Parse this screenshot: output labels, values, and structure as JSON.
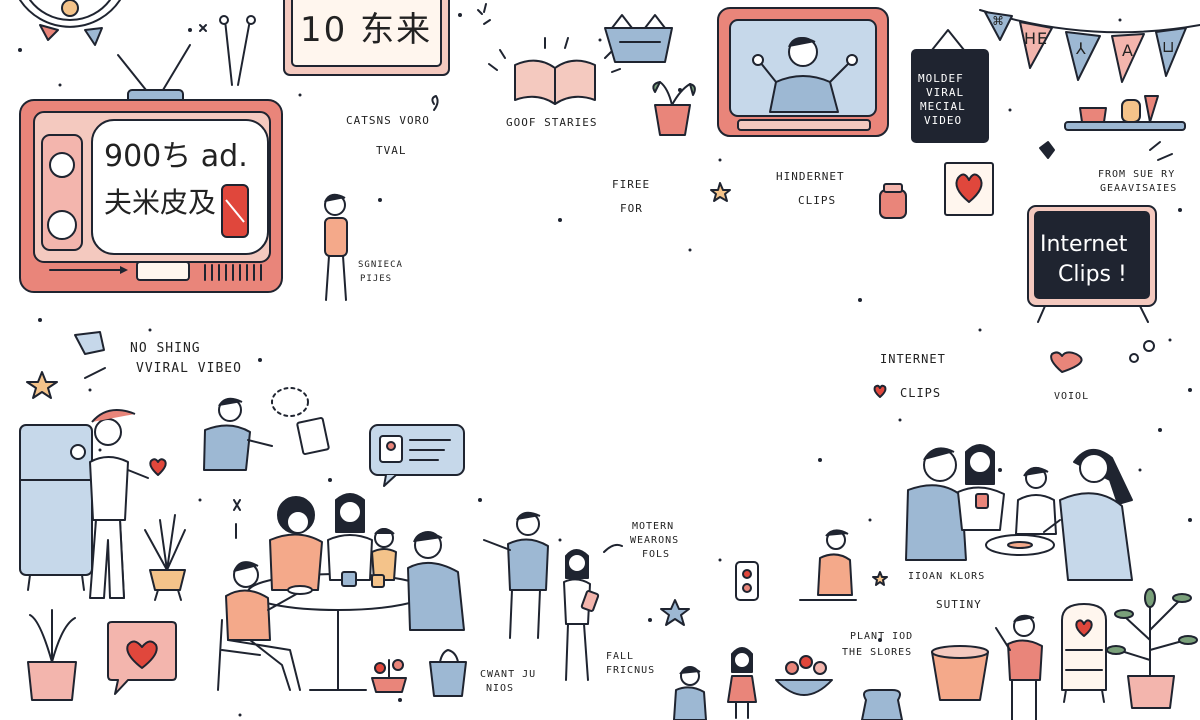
{
  "signs": {
    "top_sign": "10 东来",
    "tv_left_line1": "900ち ad.",
    "tv_left_line2": "夫米皮及",
    "tv_right_sign_line1": "Internet",
    "tv_right_sign_line2": "Clips !",
    "board_line1": "MOLDEF",
    "board_line2": "VIRAL",
    "board_line3": "MECIAL",
    "board_line4": "VIDEO"
  },
  "bunting": [
    "⌘",
    "HE",
    "⅄",
    "A",
    "⊔"
  ],
  "labels": {
    "l1": "CATSNS VORO",
    "l2": "TVAL",
    "l3": "GOOF STARIES",
    "l4a": "FIREE",
    "l4b": "FOR",
    "l5a": "HINDERNET",
    "l5b": "CLIPS",
    "l6a": "FROM SUE RY",
    "l6b": "GEAAVISAIES",
    "l7a": "SGNIECA",
    "l7b": "PIJES",
    "l8a": "NO SHING",
    "l8b": "VVIRAL VIBEO",
    "l9a": "INTERNET",
    "l9b": "CLIPS",
    "l10": "VOIOL",
    "l11a": "MOTERN",
    "l11b": "WEARONS",
    "l11c": "FOLS",
    "l12a": "FALL",
    "l12b": "FRICNUS",
    "l13a": "CWANT JU",
    "l13b": "NIOS",
    "l14": "IIOAN KLORS",
    "l15": "SUTINY",
    "l16a": "PLANT IOD",
    "l16b": "THE SLORES"
  },
  "colors": {
    "ink": "#1f2430",
    "salmon": "#e9857a",
    "pink": "#f3b5ad",
    "blue": "#9db8d3",
    "lightblue": "#c6d8ea",
    "beige": "#f4e3cf",
    "red": "#e0473c"
  }
}
